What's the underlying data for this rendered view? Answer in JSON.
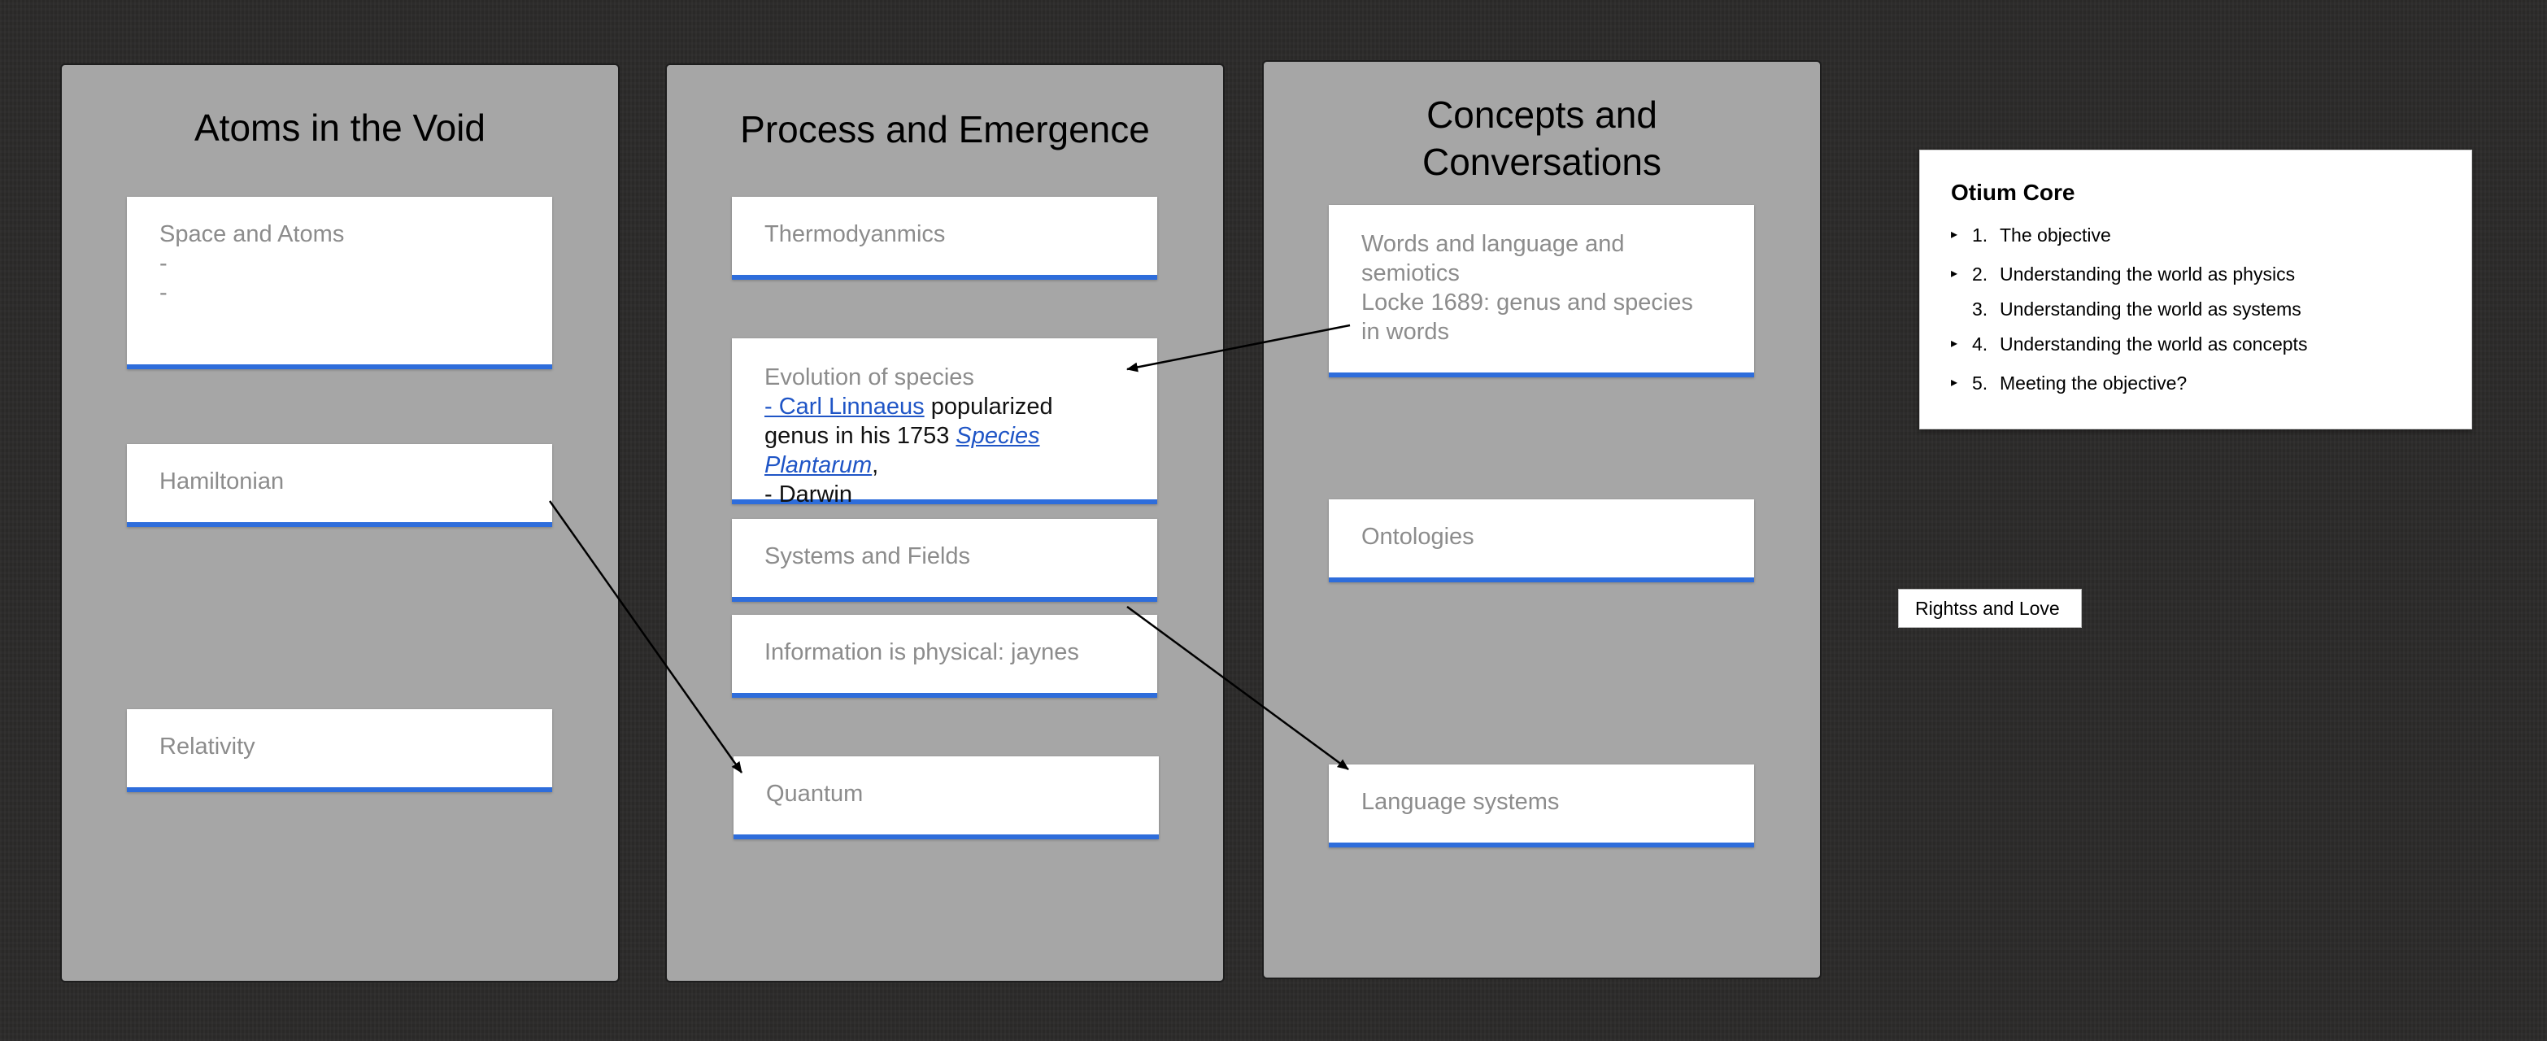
{
  "columns": {
    "atoms": {
      "title": "Atoms in the Void",
      "cards": {
        "space_atoms": {
          "line1": "Space and Atoms",
          "line2": "-",
          "line3": "-"
        },
        "hamiltonian": {
          "label": "Hamiltonian"
        },
        "relativity": {
          "label": "Relativity"
        }
      }
    },
    "process": {
      "title": "Process and Emergence",
      "cards": {
        "thermodynamics": {
          "label": "Thermodyanmics"
        },
        "evolution": {
          "heading": "Evolution of species",
          "linnaeus_link": "- Carl Linnaeus",
          "text_after_link": " popularized genus in his 1753 ",
          "book_link": "Species Plantarum",
          "comma": ",",
          "darwin": "- Darwin"
        },
        "systems_fields": {
          "label": "Systems and Fields"
        },
        "information": {
          "label": "Information is physical: jaynes"
        },
        "quantum": {
          "label": "Quantum"
        }
      }
    },
    "concepts": {
      "title_line1": "Concepts and",
      "title_line2": "Conversations",
      "cards": {
        "words": {
          "line1": "Words and language and semiotics",
          "line2": "Locke 1689: genus and species in words"
        },
        "ontologies": {
          "label": "Ontologies"
        },
        "language_systems": {
          "label": "Language systems"
        }
      }
    }
  },
  "outline": {
    "title": "Otium Core",
    "items": [
      {
        "number": "1.",
        "text": "The objective",
        "expandable": true
      },
      {
        "number": "2.",
        "text": "Understanding the world as physics",
        "expandable": true
      },
      {
        "number": "3.",
        "text": "Understanding the world as systems",
        "expandable": false
      },
      {
        "number": "4.",
        "text": "Understanding the world as concepts",
        "expandable": true
      },
      {
        "number": "5.",
        "text": "Meeting the objective?",
        "expandable": true
      }
    ]
  },
  "floating_label": {
    "text": "Rightss and Love"
  },
  "colors": {
    "background": "#2c2b2a",
    "column": "#a6a6a6",
    "card_accent": "#2e6ddb",
    "link": "#1f55c6"
  }
}
